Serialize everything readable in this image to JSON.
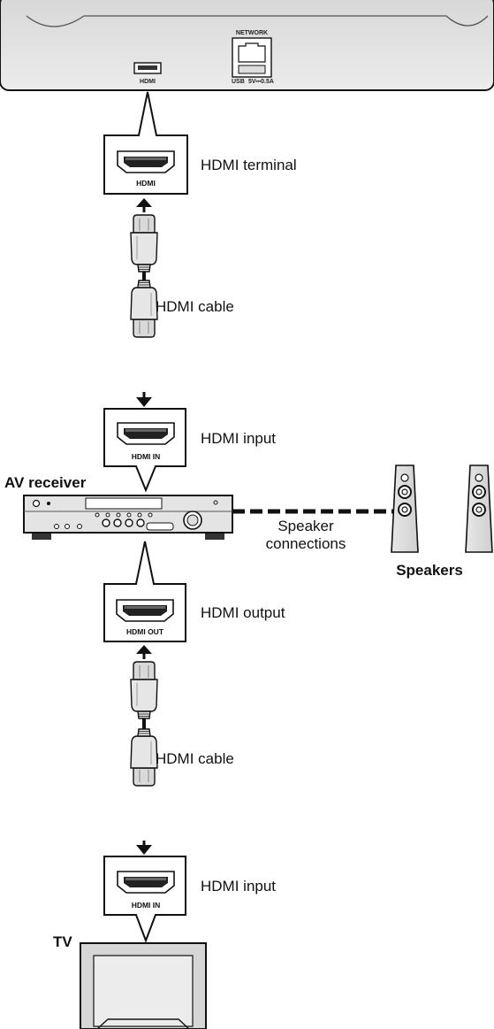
{
  "player": {
    "port_label": "HDMI",
    "network_label": "NETWORK",
    "usb_label": "USB",
    "usb_rating": "5V⎓0.5A"
  },
  "callouts": {
    "player_terminal_text": "HDMI",
    "receiver_in_text": "HDMI IN",
    "receiver_out_text": "HDMI OUT",
    "tv_in_text": "HDMI IN"
  },
  "labels": {
    "hdmi_terminal": "HDMI terminal",
    "cable_1": "HDMI cable",
    "receiver_input": "HDMI input",
    "av_receiver": "AV receiver",
    "speaker_connections_line1": "Speaker",
    "speaker_connections_line2": "connections",
    "speakers": "Speakers",
    "receiver_output": "HDMI output",
    "cable_2": "HDMI cable",
    "tv_input": "HDMI input",
    "tv": "TV"
  }
}
